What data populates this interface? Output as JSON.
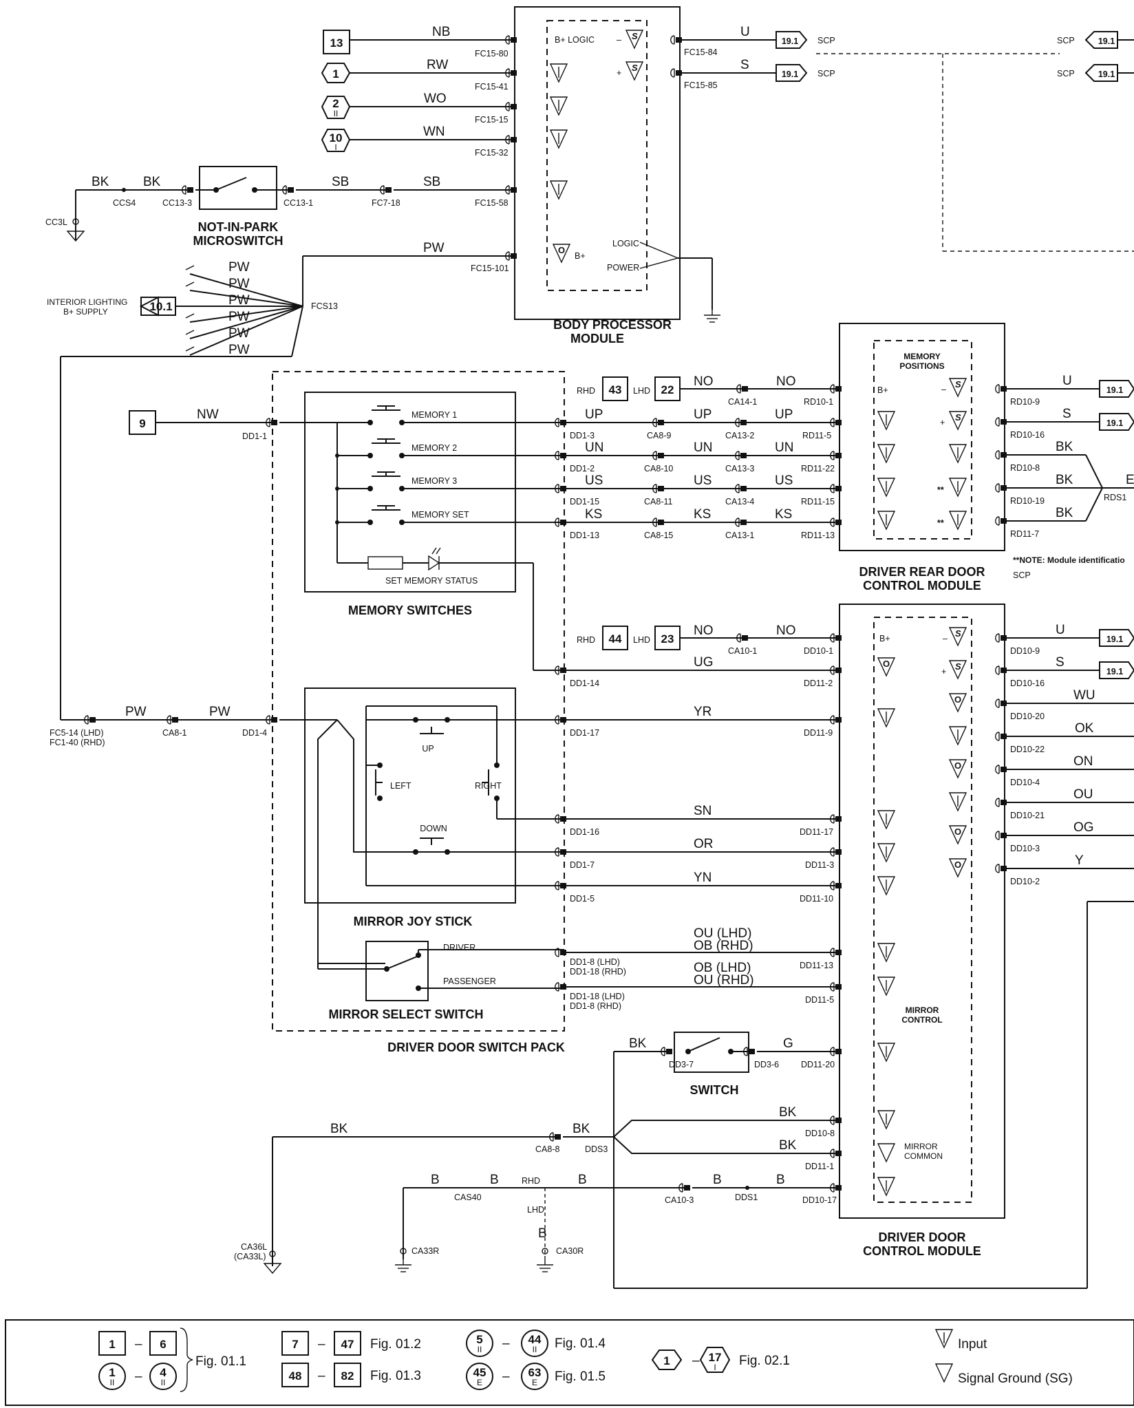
{
  "modules": {
    "body_processor": {
      "title": [
        "BODY PROCESSOR",
        "MODULE"
      ],
      "logic_label": "LOGIC",
      "power_label": "POWER",
      "bplus_logic": "B+ LOGIC",
      "bplus": "B+"
    },
    "driver_rear_door": {
      "title": [
        "DRIVER REAR DOOR",
        "CONTROL MODULE"
      ],
      "memory_positions": [
        "MEMORY",
        "POSITIONS"
      ],
      "note": "**NOTE: Module identificatio",
      "scp": "SCP"
    },
    "driver_door": {
      "title": [
        "DRIVER DOOR",
        "CONTROL MODULE"
      ],
      "mirror_control": [
        "MIRROR",
        "CONTROL"
      ],
      "mirror_common": [
        "MIRROR",
        "COMMON"
      ]
    },
    "switch_pack": {
      "title": "DRIVER DOOR SWITCH PACK"
    },
    "memory_switches": {
      "title": "MEMORY SWITCHES",
      "labels": [
        "MEMORY 1",
        "MEMORY 2",
        "MEMORY 3",
        "MEMORY SET"
      ],
      "status": "SET MEMORY STATUS"
    },
    "joystick": {
      "title": "MIRROR JOY STICK",
      "up": "UP",
      "down": "DOWN",
      "left": "LEFT",
      "right": "RIGHT"
    },
    "mirror_select": {
      "title": "MIRROR SELECT SWITCH",
      "driver": "DRIVER",
      "passenger": "PASSENGER"
    },
    "not_in_park": {
      "title": [
        "NOT-IN-PARK",
        "MICROSWITCH"
      ]
    },
    "switch": {
      "title": "SWITCH"
    }
  },
  "refs": {
    "r13": "13",
    "c1": "1",
    "c2": "2",
    "c10": "10",
    "r9": "9",
    "r43": "43",
    "r22": "22",
    "r44": "44",
    "r23": "23",
    "rhd": "RHD",
    "lhd": "LHD",
    "scp": "SCP",
    "f191": "19.1",
    "f101": "10.1",
    "roman_ii": "II",
    "roman_i": "I"
  },
  "interior_lighting": [
    "INTERIOR LIGHTING",
    "B+ SUPPLY"
  ],
  "wires": {
    "NB": "NB",
    "RW": "RW",
    "WO": "WO",
    "WN": "WN",
    "SB": "SB",
    "BK": "BK",
    "PW": "PW",
    "U": "U",
    "S": "S",
    "NW": "NW",
    "NO": "NO",
    "UP": "UP",
    "UN": "UN",
    "US": "US",
    "KS": "KS",
    "UG": "UG",
    "YR": "YR",
    "SN": "SN",
    "OR": "OR",
    "YN": "YN",
    "OU_LHD": "OU (LHD)",
    "OB_RHD": "OB (RHD)",
    "OB_LHD": "OB (LHD)",
    "OU_RHD": "OU (RHD)",
    "G": "G",
    "B": "B",
    "WU": "WU",
    "OK": "OK",
    "ON": "ON",
    "OU": "OU",
    "OG": "OG",
    "Y": "Y",
    "E": "E"
  },
  "pins": {
    "FC15_80": "FC15-80",
    "FC15_41": "FC15-41",
    "FC15_15": "FC15-15",
    "FC15_32": "FC15-32",
    "FC15_58": "FC15-58",
    "FC15_101": "FC15-101",
    "FC15_84": "FC15-84",
    "FC15_85": "FC15-85",
    "CC3L": "CC3L",
    "CCS4": "CCS4",
    "CC13_3": "CC13-3",
    "CC13_1": "CC13-1",
    "FC7_18": "FC7-18",
    "FCS13": "FCS13",
    "DD1_1": "DD1-1",
    "DD1_3": "DD1-3",
    "DD1_2": "DD1-2",
    "DD1_15": "DD1-15",
    "DD1_13": "DD1-13",
    "DD1_14": "DD1-14",
    "DD1_17": "DD1-17",
    "DD1_16": "DD1-16",
    "DD1_7": "DD1-7",
    "DD1_5": "DD1-5",
    "DD1_4": "DD1-4",
    "DD1_8_LHD": "DD1-8 (LHD)",
    "DD1_18_RHD": "DD1-18 (RHD)",
    "DD1_18_LHD": "DD1-18 (LHD)",
    "DD1_8_RHD": "DD1-8 (RHD)",
    "CA8_9": "CA8-9",
    "CA8_10": "CA8-10",
    "CA8_11": "CA8-11",
    "CA8_15": "CA8-15",
    "CA8_1": "CA8-1",
    "CA8_8": "CA8-8",
    "CA13_2": "CA13-2",
    "CA13_3": "CA13-3",
    "CA13_4": "CA13-4",
    "CA13_1": "CA13-1",
    "CA14_1": "CA14-1",
    "CA10_1": "CA10-1",
    "CA10_3": "CA10-3",
    "RD10_1": "RD10-1",
    "RD11_5": "RD11-5",
    "RD11_22": "RD11-22",
    "RD11_15": "RD11-15",
    "RD11_13": "RD11-13",
    "RD10_9": "RD10-9",
    "RD10_16": "RD10-16",
    "RD10_8": "RD10-8",
    "RD10_19": "RD10-19",
    "RD11_7": "RD11-7",
    "RDS1": "RDS1",
    "DD10_1": "DD10-1",
    "DD11_2": "DD11-2",
    "DD11_9": "DD11-9",
    "DD11_17": "DD11-17",
    "DD11_3": "DD11-3",
    "DD11_10": "DD11-10",
    "DD11_13": "DD11-13",
    "DD11_5": "DD11-5",
    "DD11_20": "DD11-20",
    "DD10_8": "DD10-8",
    "DD11_1": "DD11-1",
    "DD10_17": "DD10-17",
    "DD10_9": "DD10-9",
    "DD10_16": "DD10-16",
    "DD10_20": "DD10-20",
    "DD10_22": "DD10-22",
    "DD10_4": "DD10-4",
    "DD10_21": "DD10-21",
    "DD10_3": "DD10-3",
    "DD10_2": "DD10-2",
    "DD3_7": "DD3-7",
    "DD3_6": "DD3-6",
    "DDS3": "DDS3",
    "DDS1": "DDS1",
    "FC5_14": "FC5-14 (LHD)",
    "FC1_40": "FC1-40 (RHD)",
    "CAS40": "CAS40",
    "CA36L": "CA36L",
    "CA33L": "(CA33L)",
    "CA33R": "CA33R",
    "CA30R": "CA30R"
  },
  "legend": {
    "dash": "–",
    "fig011": "Fig. 01.1",
    "fig012": "Fig. 01.2",
    "fig013": "Fig. 01.3",
    "fig014": "Fig. 01.4",
    "fig015": "Fig. 01.5",
    "fig021": "Fig. 02.1",
    "n1": "1",
    "n6": "6",
    "n4": "4",
    "n7": "7",
    "n47": "47",
    "n48": "48",
    "n82": "82",
    "n5": "5",
    "n44": "44",
    "n45": "45",
    "n63": "63",
    "n17": "17",
    "ii": "II",
    "e": "E",
    "i": "I",
    "input": "Input",
    "signal_ground": "Signal Ground (SG)"
  }
}
